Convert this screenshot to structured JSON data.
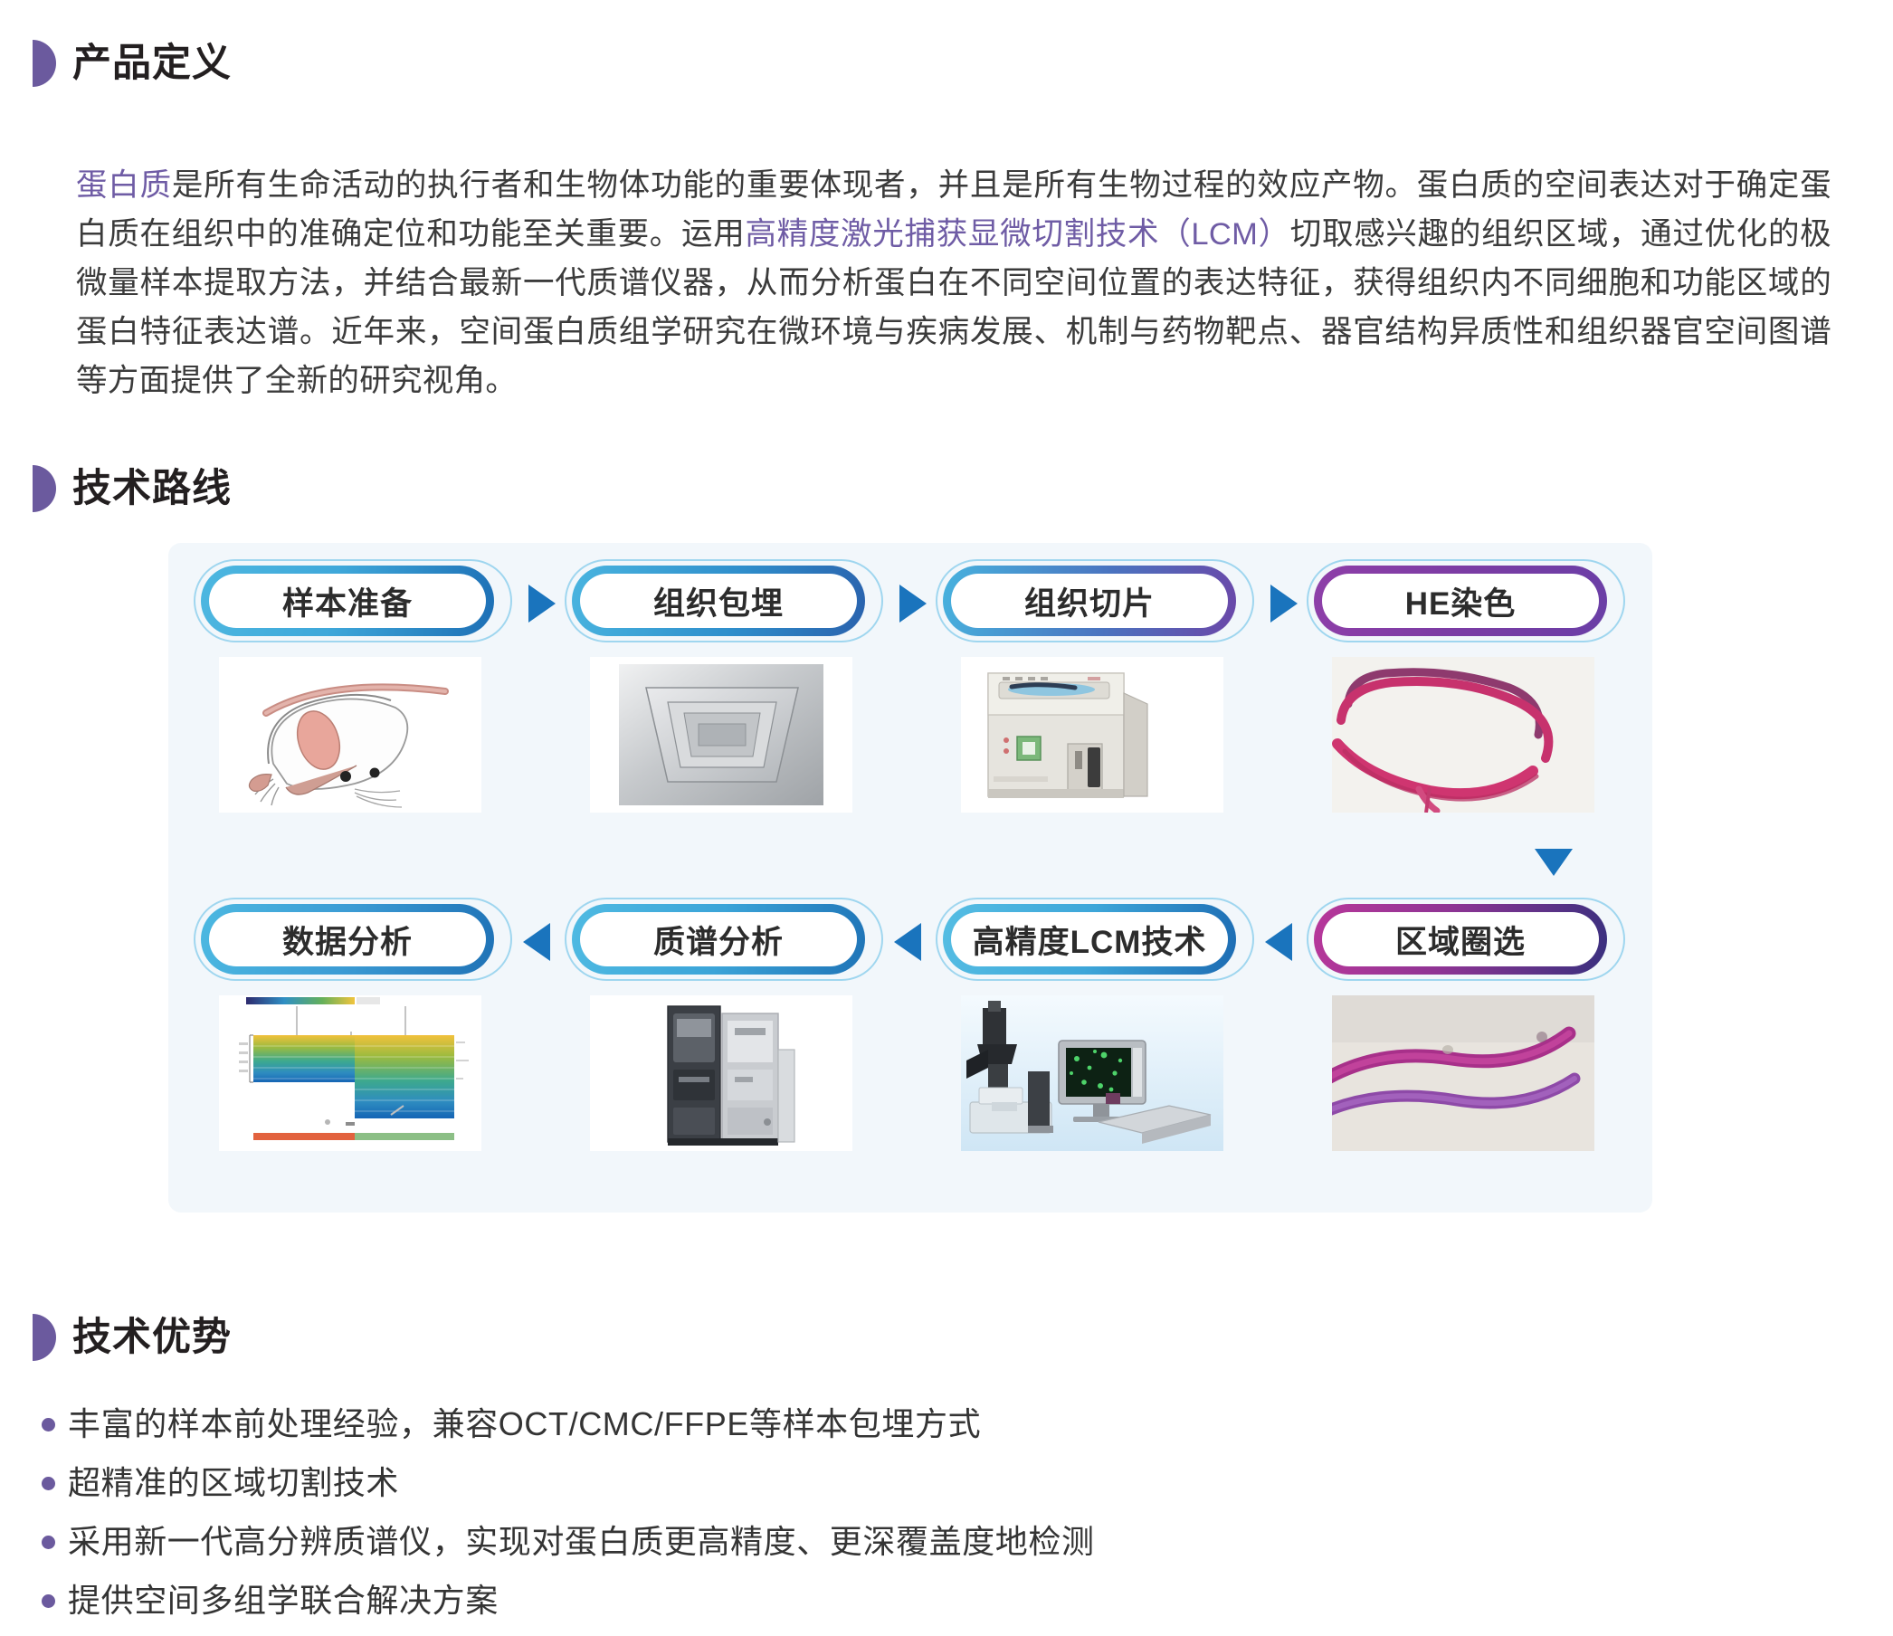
{
  "sections": {
    "definition": {
      "heading": "产品定义"
    },
    "route": {
      "heading": "技术路线"
    },
    "advantage": {
      "heading": "技术优势"
    }
  },
  "intro": {
    "part1_highlight": "蛋白质",
    "part2": "是所有生命活动的执行者和生物体功能的重要体现者，并且是所有生物过程的效应产物。蛋白质的空间表达对于确定蛋白质在组织中的准确定位和功能至关重要。运用",
    "part3_highlight": "高精度激光捕获显微切割技术（LCM）",
    "part4": "切取感兴趣的组织区域，通过优化的极微量样本提取方法，并结合最新一代质谱仪器，从而分析蛋白在不同空间位置的表达特征，获得组织内不同细胞和功能区域的蛋白特征表达谱。近年来，空间蛋白质组学研究在微环境与疾病发展、机制与药物靶点、器官结构异质性和组织器官空间图谱等方面提供了全新的研究视角。"
  },
  "flow": {
    "top_row": [
      {
        "label": "样本准备",
        "image": "lab-mouse-illustration"
      },
      {
        "label": "组织包埋",
        "image": "embedding-mold-photo"
      },
      {
        "label": "组织切片",
        "image": "cryostat-microtome-photo"
      },
      {
        "label": "HE染色",
        "image": "he-stained-tissue-photo"
      }
    ],
    "bottom_row": [
      {
        "label": "数据分析",
        "image": "heatmap-chart-thumbnail"
      },
      {
        "label": "质谱分析",
        "image": "mass-spectrometer-photo"
      },
      {
        "label": "高精度LCM技术",
        "image": "lcm-microscope-photo"
      },
      {
        "label": "区域圈选",
        "image": "region-selection-tissue-photo"
      }
    ],
    "arrows": {
      "top_direction": "right",
      "bottom_direction": "left",
      "connector_direction": "down"
    }
  },
  "advantages": [
    "丰富的样本前处理经验，兼容OCT/CMC/FFPE等样本包埋方式",
    "超精准的区域切割技术",
    "采用新一代高分辨质谱仪，实现对蛋白质更高精度、更深覆盖度地检测",
    "提供空间多组学联合解决方案"
  ],
  "colors": {
    "heading_marker": "#6b5a9e",
    "highlight_text": "#6f5ca5",
    "arrow": "#1a74bd",
    "panel_bg": "#f2f7fb",
    "bullet_dot": "#6b5a9e"
  }
}
